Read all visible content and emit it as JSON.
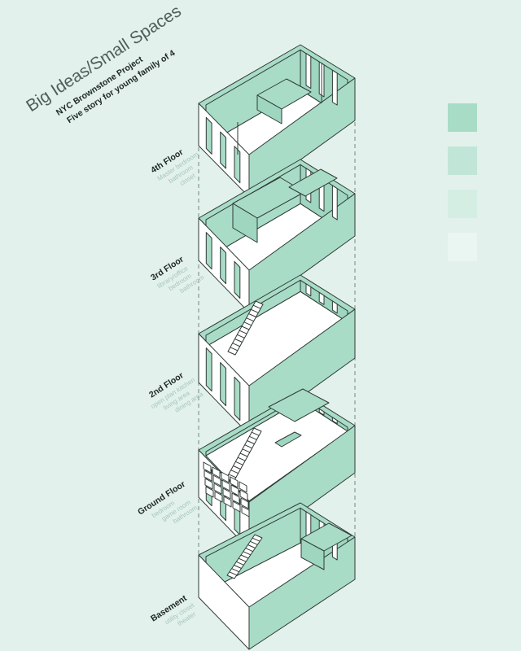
{
  "title": "Big Ideas/Small Spaces",
  "subtitle_line1": "NYC Brownstone Project",
  "subtitle_line2": "Five story for young family of 4",
  "colors": {
    "background": "#e2f1ec",
    "wall": "#a8dcc7",
    "wall_dark": "#9ed6c0",
    "floor": "#ffffff",
    "line": "#2f3a36",
    "muted_text": "#a7c6bc",
    "swatches": [
      "#a8dcc7",
      "#c1e6d8",
      "#d4eee4",
      "#e9f6f1"
    ]
  },
  "floors": [
    {
      "name": "4th Floor",
      "rooms": [
        "Master bedroom",
        "bathroom",
        "closet"
      ]
    },
    {
      "name": "3rd Floor",
      "rooms": [
        "library/office",
        "bedroom",
        "bathroom"
      ]
    },
    {
      "name": "2nd Floor",
      "rooms": [
        "open plan kitchen",
        "living area",
        "dining area"
      ]
    },
    {
      "name": "Ground Floor",
      "rooms": [
        "bedroom",
        "game room",
        "bathroom"
      ]
    },
    {
      "name": "Basement",
      "rooms": [
        "utility closet",
        "theater"
      ]
    }
  ]
}
